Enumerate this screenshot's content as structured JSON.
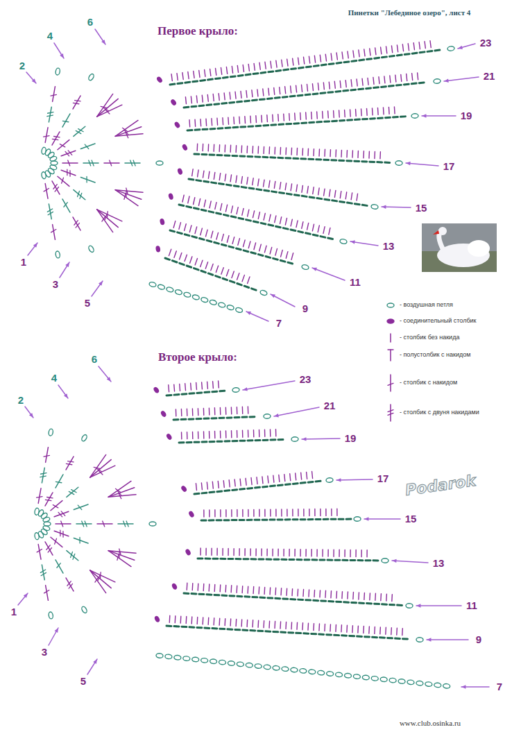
{
  "diagram": {
    "title": "Пинетки \"Лебединое озеро\",  лист 4",
    "labels": [
      "Первое крыло:",
      "2",
      "4",
      "6",
      "23",
      "21",
      "19",
      "17",
      "15",
      "13",
      "11",
      "9",
      "7",
      "1",
      "3",
      "5",
      "Второе крыло:",
      "2",
      "4",
      "6",
      "23",
      "21",
      "19",
      "17",
      "15",
      "13",
      "11",
      "9",
      "7",
      "1",
      "3",
      "5",
      "Podarok",
      "www.club.osinka.ru"
    ],
    "legend": [
      {
        "text": "- воздушная петля"
      },
      {
        "text": "- соединительный столбик"
      },
      {
        "text": "- столбик без накида"
      },
      {
        "text": "- полустолбик с накидом"
      },
      {
        "text": "- столбик с накидом"
      },
      {
        "text": "- столбик с двуня накидами"
      }
    ]
  }
}
